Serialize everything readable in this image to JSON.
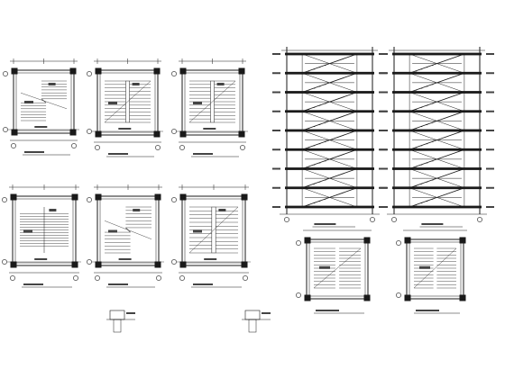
{
  "image": {
    "description_free": true,
    "background": "#ffffff",
    "line_color": "#1a1a1a"
  },
  "watermark": {
    "text": ""
  },
  "plans": [
    {
      "name": "plan-1",
      "type": "stair-plan-diagonal"
    },
    {
      "name": "plan-2",
      "type": "stair-plan-double"
    },
    {
      "name": "plan-3",
      "type": "stair-plan-double"
    },
    {
      "name": "plan-4",
      "type": "stair-plan-single"
    },
    {
      "name": "plan-5",
      "type": "stair-plan-diagonal"
    },
    {
      "name": "plan-6",
      "type": "stair-plan-double"
    }
  ],
  "sections": [
    {
      "name": "section-a",
      "floors": 8
    },
    {
      "name": "section-b",
      "floors": 8
    }
  ],
  "lower_plans": [
    {
      "name": "lower-plan-1"
    },
    {
      "name": "lower-plan-2"
    }
  ]
}
